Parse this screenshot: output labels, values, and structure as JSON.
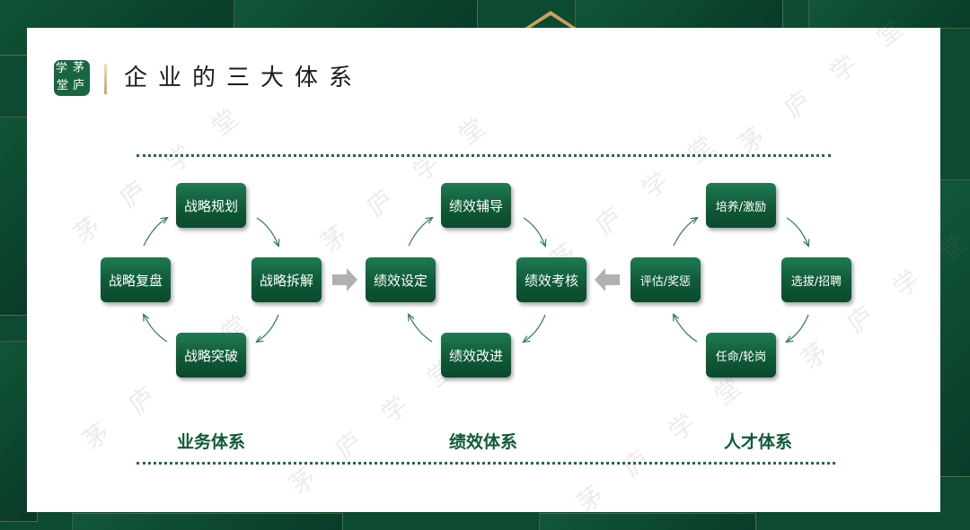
{
  "header": {
    "title": "企业的三大体系",
    "logo_chars": [
      "茅",
      "庐",
      "学",
      "堂"
    ]
  },
  "watermark": {
    "text": "茅 庐 学 堂"
  },
  "colors": {
    "node_green": "#0f5a37",
    "label_green": "#0f5a37",
    "gold": "#c9a15c",
    "background": "#0c4a32"
  },
  "systems": [
    {
      "label": "业务体系",
      "nodes": {
        "top": "战略规划",
        "right": "战略拆解",
        "bottom": "战略突破",
        "left": "战略复盘"
      }
    },
    {
      "label": "绩效体系",
      "nodes": {
        "top": "绩效辅导",
        "right": "绩效考核",
        "bottom": "绩效改进",
        "left": "绩效设定"
      }
    },
    {
      "label": "人才体系",
      "nodes": {
        "top": "培养/激励",
        "right": "选拔/招聘",
        "bottom": "任命/轮岗",
        "left": "评估/奖惩"
      }
    }
  ],
  "connectors": [
    {
      "from": "战略拆解",
      "to": "绩效设定",
      "direction": "right"
    },
    {
      "from": "评估/奖惩",
      "to": "绩效考核",
      "direction": "left"
    }
  ]
}
